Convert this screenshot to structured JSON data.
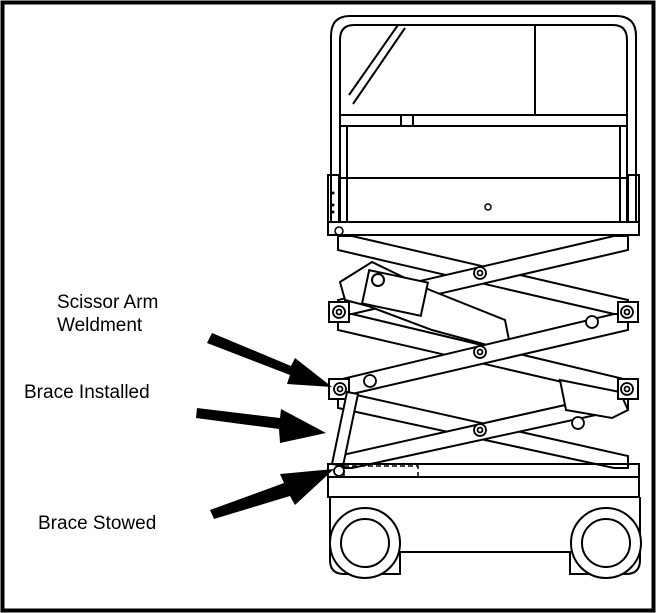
{
  "labels": {
    "scissor_arm_line1": "Scissor Arm",
    "scissor_arm_line2": "Weldment",
    "brace_installed": "Brace Installed",
    "brace_stowed": "Brace Stowed"
  },
  "colors": {
    "line": "#000000",
    "background": "#ffffff",
    "dash": "#000000"
  }
}
